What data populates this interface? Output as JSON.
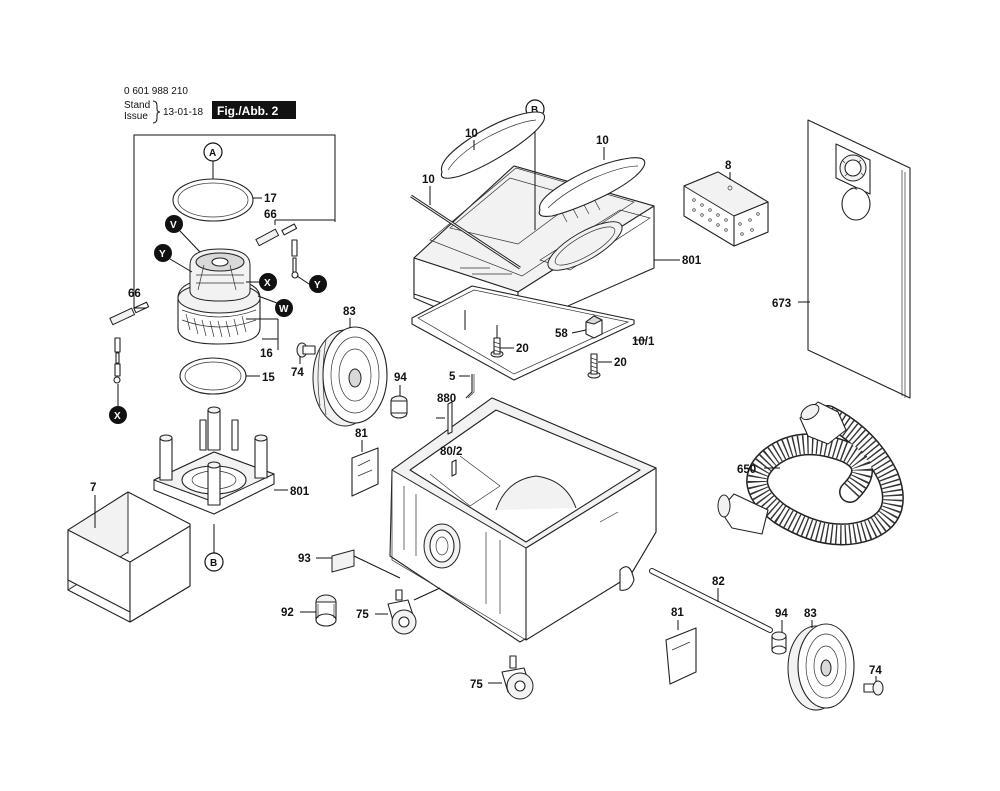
{
  "header": {
    "part_number": "0 601 988 210",
    "stand_label": "Stand",
    "issue_label": "Issue",
    "date": "13-01-18",
    "fig_label": "Fig./Abb. 2"
  },
  "callouts": {
    "c17": "17",
    "c66a": "66",
    "c66b": "66",
    "c16": "16",
    "c15": "15",
    "c83a": "83",
    "c74a": "74",
    "c94a": "94",
    "c10a": "10",
    "c10b": "10",
    "c10c": "10",
    "c8": "8",
    "c801a": "801",
    "c20a": "20",
    "c58": "58",
    "c101": "10/1",
    "c20b": "20",
    "c5": "5",
    "c880": "880",
    "c802": "80/2",
    "c81a": "81",
    "c7": "7",
    "c801b": "801",
    "c93": "93",
    "c92": "92",
    "c75a": "75",
    "c75b": "75",
    "c673": "673",
    "c650": "650",
    "c82": "82",
    "c81b": "81",
    "c94b": "94",
    "c83b": "83",
    "c74b": "74"
  },
  "markers": {
    "A": "A",
    "B_top": "B",
    "B_bottom": "B",
    "V": "V",
    "Y1": "Y",
    "Y2": "Y",
    "X1": "X",
    "X2": "X",
    "W": "W"
  }
}
